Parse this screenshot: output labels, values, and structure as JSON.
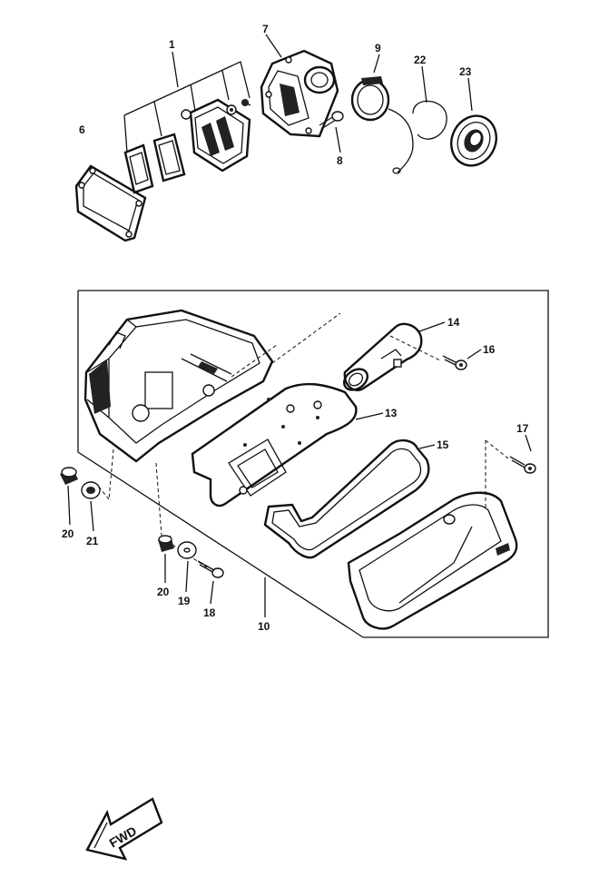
{
  "callouts": {
    "p1": "1",
    "p6": "6",
    "p7": "7",
    "p8": "8",
    "p9": "9",
    "p22": "22",
    "p23": "23",
    "p14": "14",
    "p16": "16",
    "p13": "13",
    "p15": "15",
    "p17": "17",
    "p20a": "20",
    "p21": "21",
    "p20b": "20",
    "p19": "19",
    "p18": "18",
    "p10": "10"
  },
  "direction_label": "FWD"
}
